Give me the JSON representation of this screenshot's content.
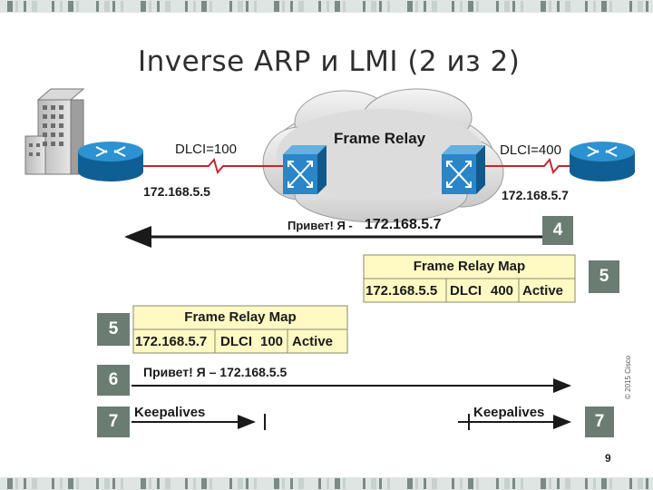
{
  "slide": {
    "title": "Inverse ARP и LMI (2 из 2)",
    "page_number": "9",
    "copyright": "© 2015 Cisco"
  },
  "network": {
    "cloud_label": "Frame Relay",
    "left_router": {
      "dlci_label": "DLCI=100",
      "ip": "172.168.5.5"
    },
    "right_router": {
      "dlci_label": "DLCI=400",
      "ip": "172.168.5.7"
    }
  },
  "steps": {
    "step4": {
      "badge": "4",
      "message_prefix": "Привет! Я -",
      "message_ip": "172.168.5.7"
    },
    "step5_right": {
      "badge": "5",
      "map_title": "Frame Relay Map",
      "ip": "172.168.5.5",
      "dlci_word": "DLCI",
      "dlci_value": "400",
      "status": "Active"
    },
    "step5_left": {
      "badge": "5",
      "map_title": "Frame Relay Map",
      "ip": "172.168.5.7",
      "dlci_word": "DLCI",
      "dlci_value": "100",
      "status": "Active"
    },
    "step6": {
      "badge": "6",
      "message": "Привет! Я – 172.168.5.5"
    },
    "step7": {
      "badge_left": "7",
      "badge_right": "7",
      "left_label": "Keepalives",
      "right_label": "Keepalives"
    }
  },
  "colors": {
    "stripe_dark": "#7a8a86",
    "stripe_light": "#c7d1ce",
    "map_fill": "#fff9c4",
    "badge": "#6b7c73",
    "router_body": "#1a7cb8",
    "link_red": "#c1272d",
    "switch_blue": "#2a86c8"
  }
}
